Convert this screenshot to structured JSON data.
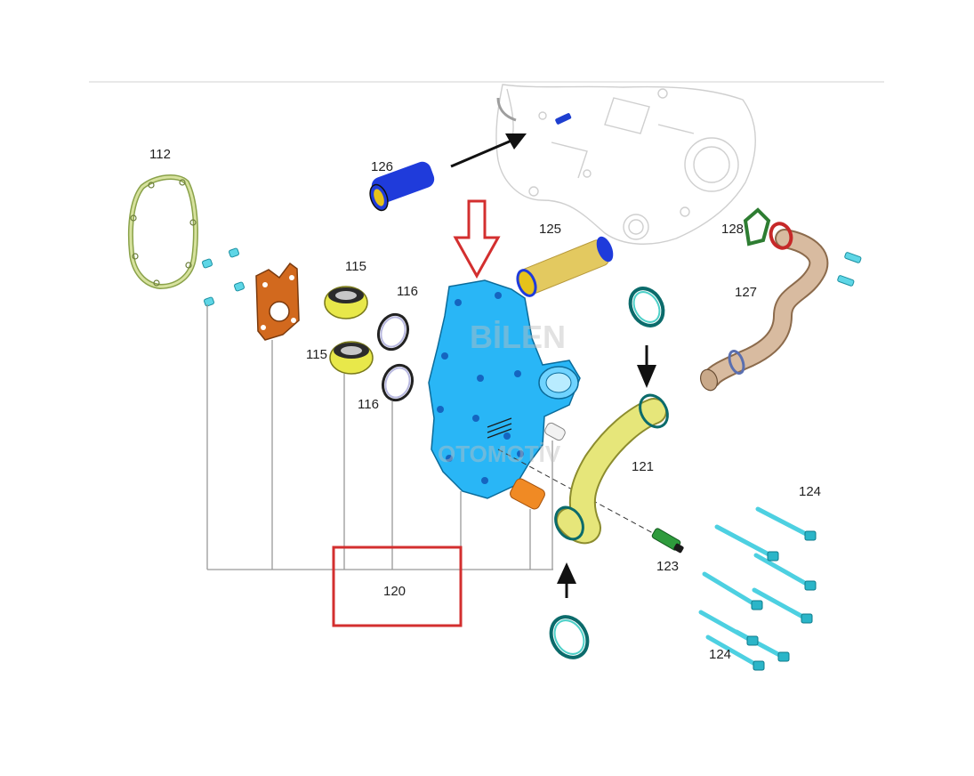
{
  "diagram": {
    "callouts": [
      {
        "id": "112",
        "text": "112"
      },
      {
        "id": "126",
        "text": "126"
      },
      {
        "id": "125",
        "text": "125"
      },
      {
        "id": "128",
        "text": "128"
      },
      {
        "id": "127",
        "text": "127"
      },
      {
        "id": "115a",
        "text": "115"
      },
      {
        "id": "115b",
        "text": "115"
      },
      {
        "id": "116a",
        "text": "116"
      },
      {
        "id": "116b",
        "text": "116"
      },
      {
        "id": "121",
        "text": "121"
      },
      {
        "id": "124a",
        "text": "124"
      },
      {
        "id": "124b",
        "text": "124"
      },
      {
        "id": "123",
        "text": "123"
      },
      {
        "id": "120",
        "text": "120"
      }
    ],
    "watermark": {
      "line1": "BİLEN",
      "line2": "OTOMOTİV"
    },
    "colors": {
      "highlight_red": "#d32f2f",
      "housing_blue": "#29b6f6",
      "hose_yellow": "#e6e67a",
      "gasket_green": "#cddc8c",
      "plate_orange": "#d2691e",
      "pipe_tan": "#c9a98a",
      "bolt_cyan": "#4dd0e1",
      "thermostat_yellow": "#e8e84a"
    }
  }
}
